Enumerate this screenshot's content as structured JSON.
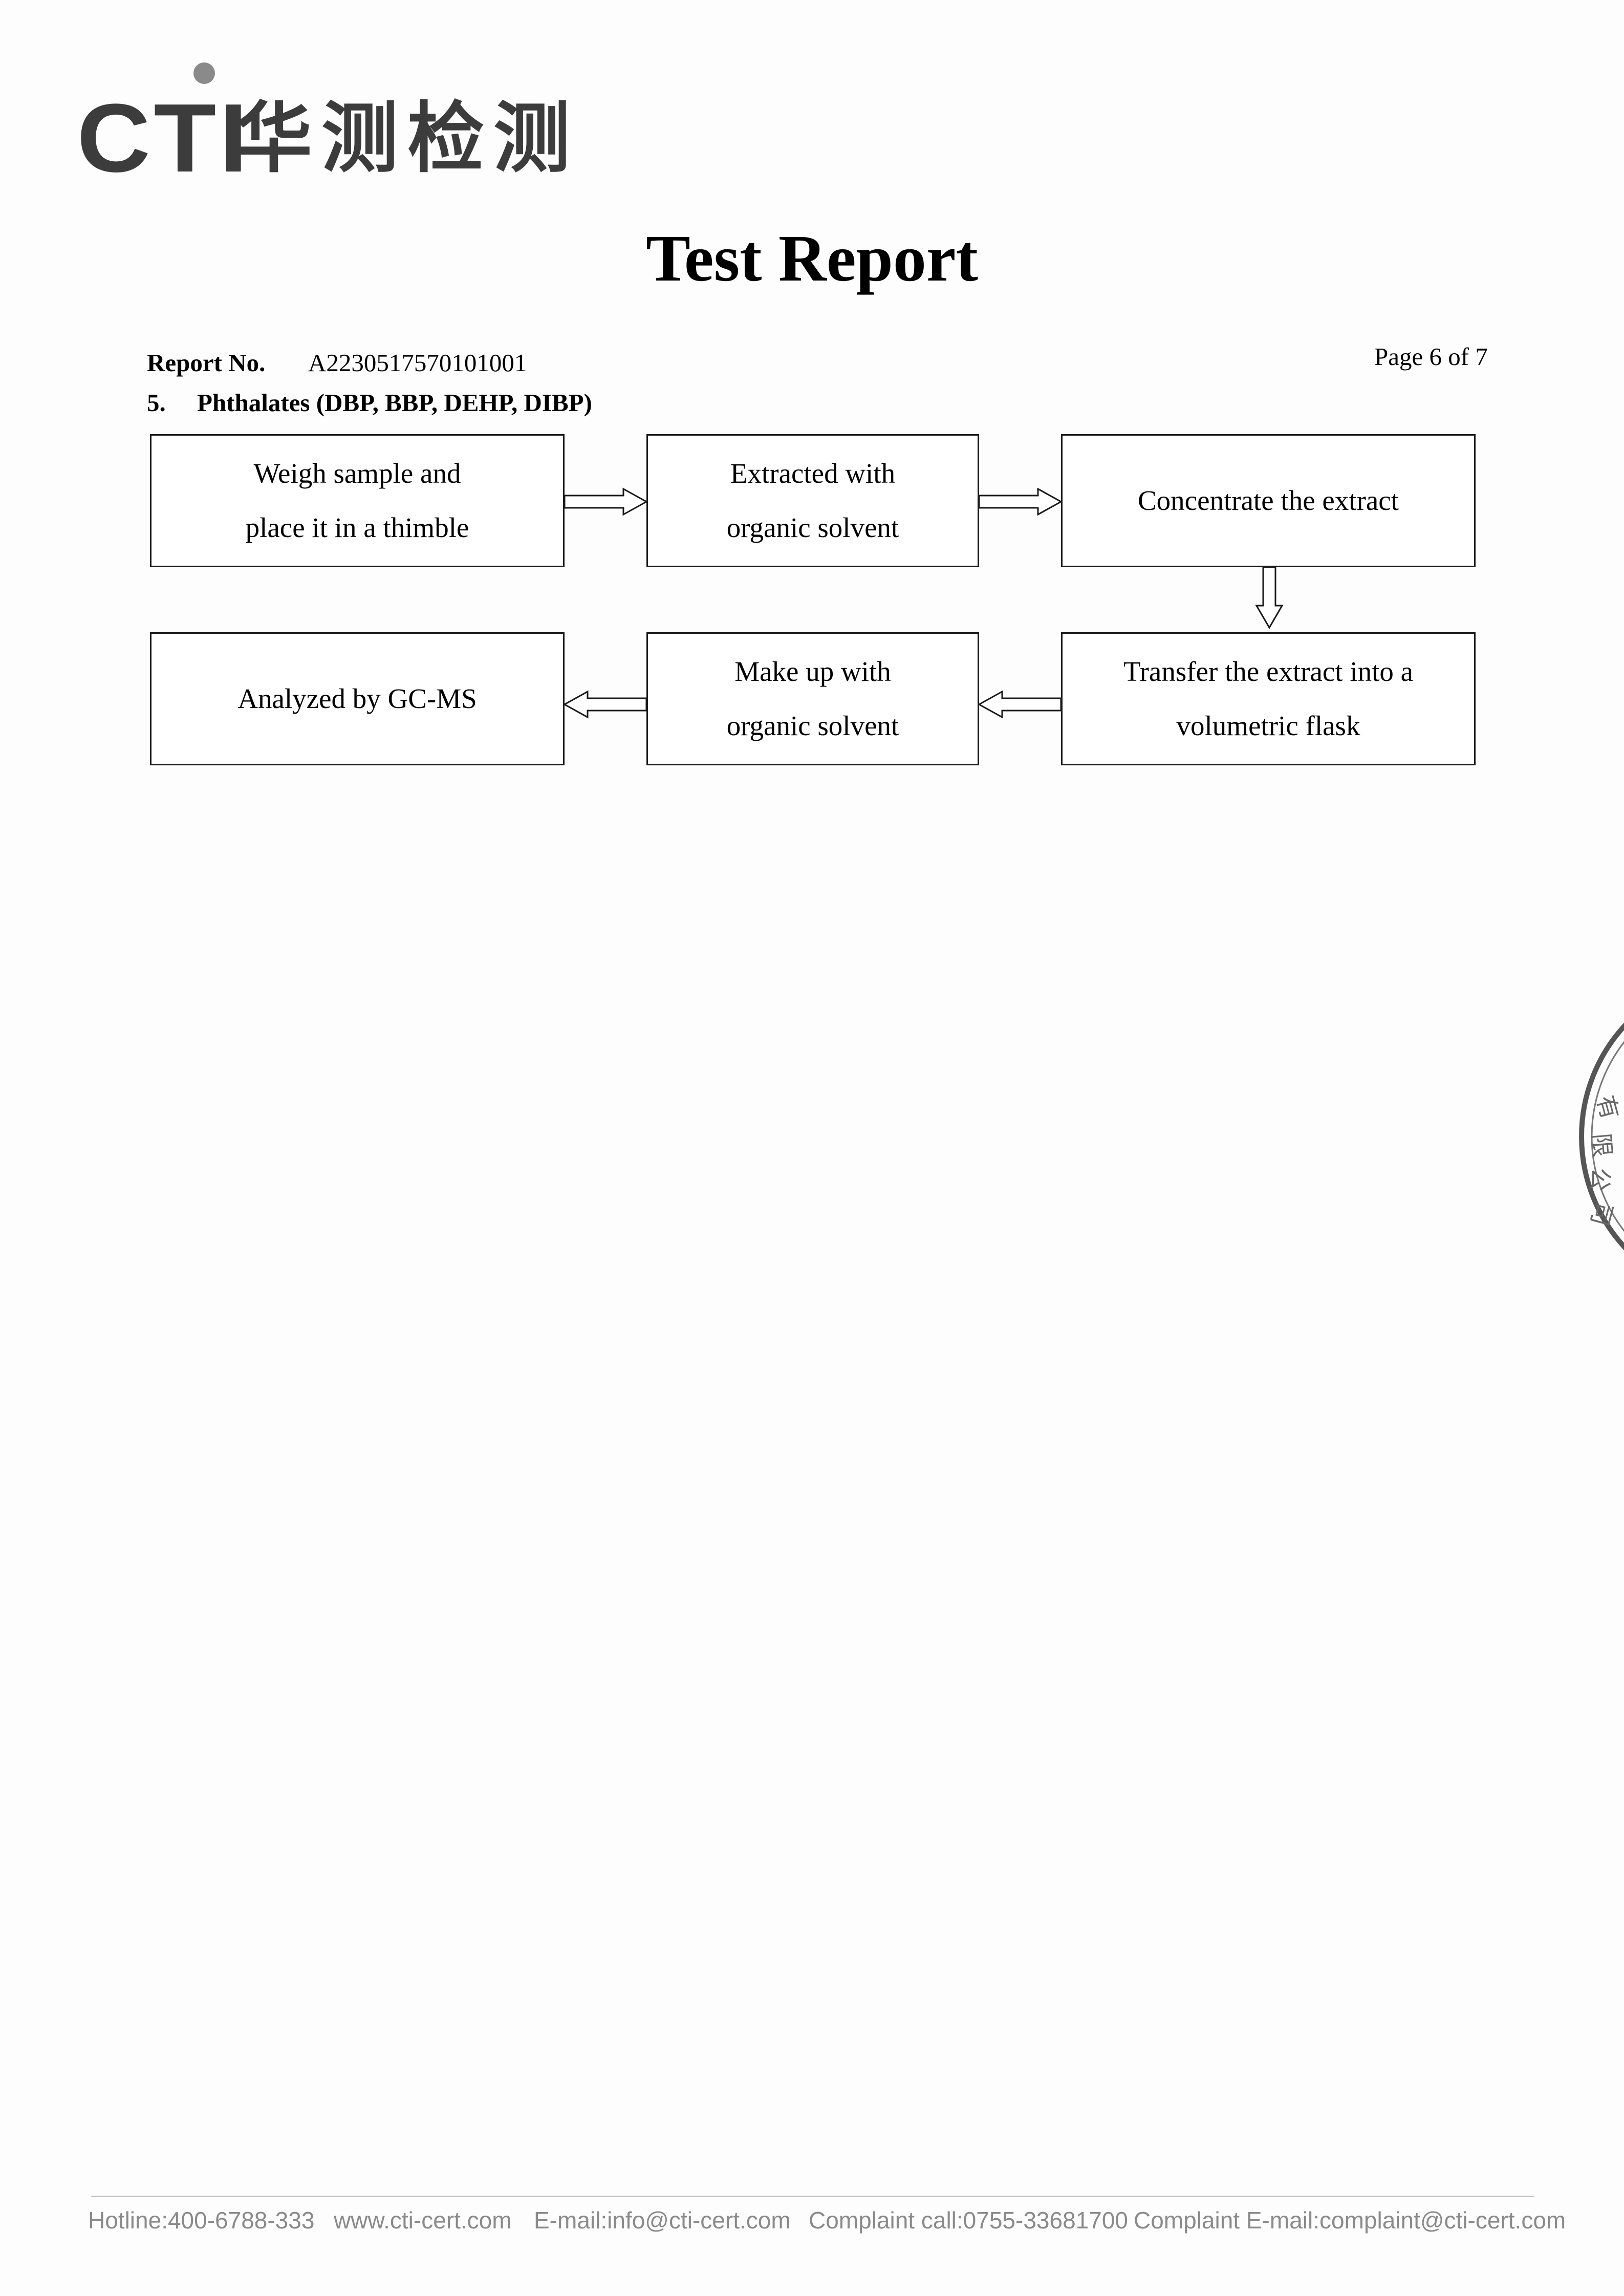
{
  "header": {
    "logo_text": "CTI",
    "logo_cn": "华测检测",
    "title": "Test Report"
  },
  "report": {
    "label": "Report No.",
    "number": "A2230517570101001",
    "page": "Page 6 of 7"
  },
  "section": {
    "number": "5.",
    "title": "Phthalates (DBP, BBP, DEHP, DIBP)"
  },
  "flow": {
    "steps": [
      "Weigh sample and\nplace it in a thimble",
      "Extracted with\norganic solvent",
      "Concentrate the extract",
      "Transfer the extract into a\nvolumetric flask",
      "Make up with\norganic solvent",
      "Analyzed by GC-MS"
    ]
  },
  "stamp": {
    "text": "有限公司"
  },
  "footer": {
    "hotline": "Hotline:400-6788-333",
    "website": "www.cti-cert.com",
    "email": "E-mail:info@cti-cert.com",
    "complaint_call": "Complaint call:0755-33681700",
    "complaint_email": "Complaint E-mail:complaint@cti-cert.com"
  }
}
